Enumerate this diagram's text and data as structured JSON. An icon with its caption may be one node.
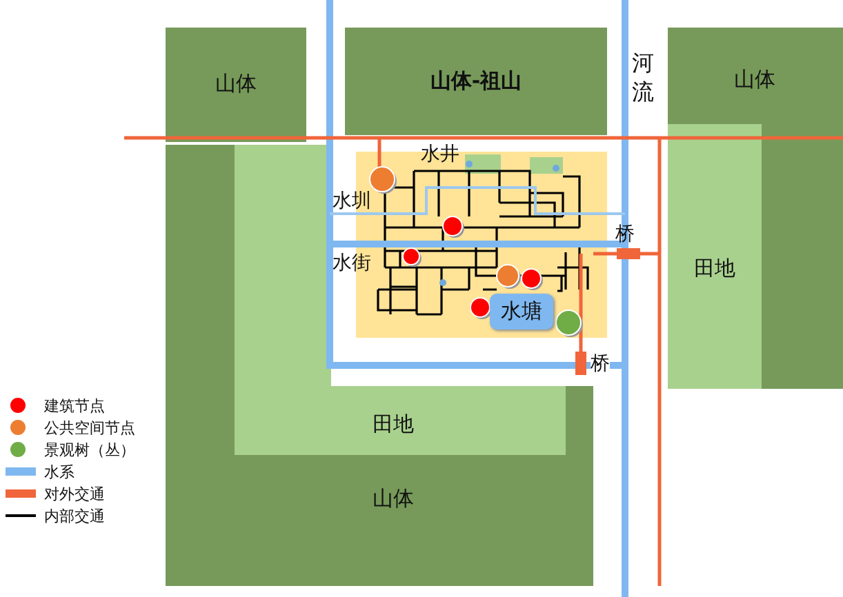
{
  "diagram": {
    "nodes": [
      {
        "text": [
          "山体"
        ]
      },
      {
        "text": [
          "山体-祖山"
        ]
      },
      {
        "text": [
          "山体"
        ]
      },
      {
        "text": [
          "田地"
        ],
        "in": 2
      },
      {
        "text": [
          "山体"
        ]
      },
      {
        "text": [
          "田地"
        ],
        "in": 4
      },
      {
        "text": [
          "水塘"
        ]
      }
    ],
    "edges": [],
    "labels": [
      "河流",
      "水井",
      "水圳",
      "桥",
      "水街",
      "桥"
    ],
    "legend": [
      {
        "text": "建筑节点",
        "color": "#ff0000"
      },
      {
        "text": "公共空间节点",
        "color": "#ed7d31"
      },
      {
        "text": "景观树（丛）",
        "color": "#70ad47"
      },
      {
        "text": "水系",
        "color": "#7fb8f0"
      },
      {
        "text": "对外交通",
        "color": "#f0653a"
      },
      {
        "text": "内部交通",
        "color": "#000000"
      }
    ]
  }
}
